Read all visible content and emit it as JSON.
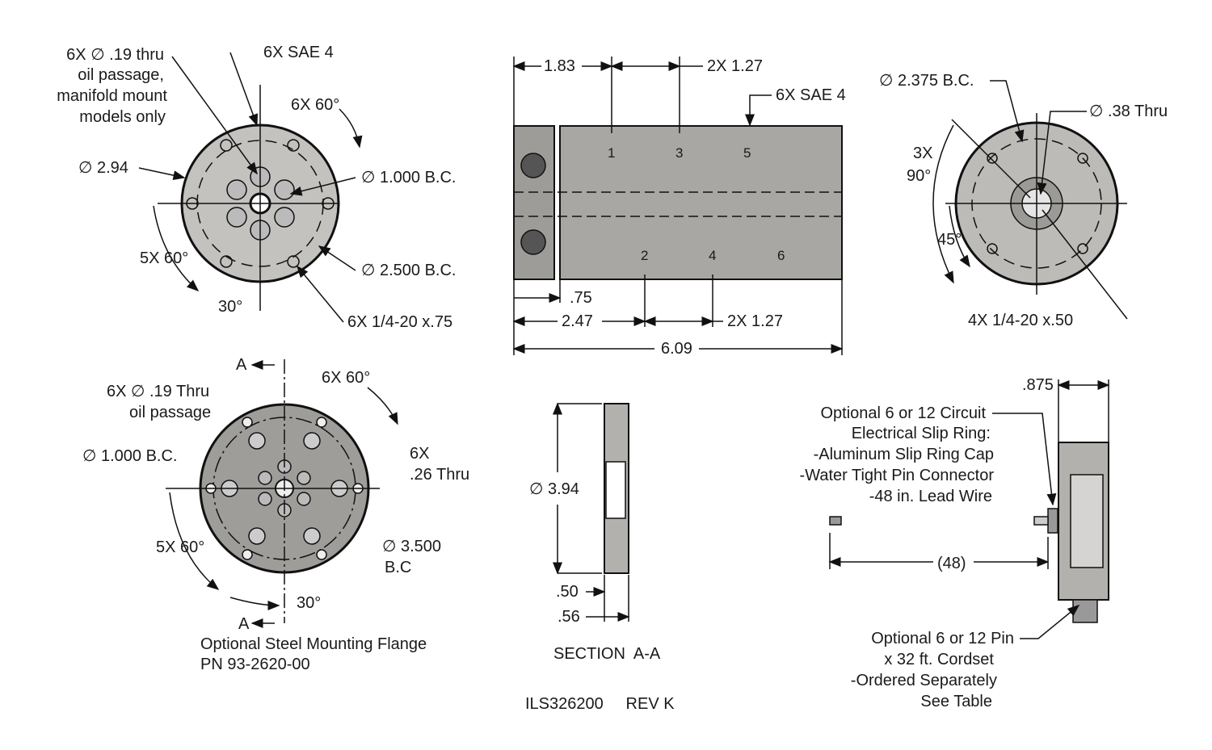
{
  "top_left_view": {
    "hole_note": [
      "6X ∅ .19 thru",
      "oil passage,",
      "manifold mount",
      "models only"
    ],
    "sae": "6X SAE 4",
    "angle_6x": "6X 60°",
    "dia": "∅ 2.94",
    "bc1": "∅ 1.000 B.C.",
    "angle_5x": "5X 60°",
    "bc2": "∅ 2.500 B.C.",
    "angle_30": "30°",
    "tap": "6X 1/4-20 x.75"
  },
  "side_view": {
    "d1": "1.83",
    "d2": "2X 1.27",
    "sae": "6X SAE 4",
    "ports": [
      "1",
      "3",
      "5",
      "2",
      "4",
      "6"
    ],
    "d3": ".75",
    "d4": "2.47",
    "d5": "2X 1.27",
    "length": "6.09"
  },
  "right_view": {
    "bc": "∅ 2.375 B.C.",
    "thru": "∅ .38 Thru",
    "angle_3x": "3X",
    "angle_90": "90°",
    "angle_45": "45°",
    "tap": "4X 1/4-20 x.50"
  },
  "flange_view": {
    "sec_a1": "A",
    "angle_6x": "6X 60°",
    "hole_note": [
      "6X ∅ .19 Thru",
      "oil passage"
    ],
    "bc1": "∅ 1.000 B.C.",
    "thru": [
      "6X",
      ".26 Thru"
    ],
    "angle_5x": "5X 60°",
    "bc2": [
      "∅ 3.500",
      "B.C"
    ],
    "angle_30": "30°",
    "sec_a2": "A",
    "caption": [
      "Optional Steel Mounting Flange",
      "PN 93-2620-00"
    ]
  },
  "section_view": {
    "dia": "∅ 3.94",
    "t1": ".50",
    "t2": ".56",
    "title": "SECTION  A-A"
  },
  "drawing_id": "ILS326200     REV K",
  "slip_ring_view": {
    "width": ".875",
    "note": [
      "Optional 6 or 12 Circuit",
      "Electrical Slip Ring:",
      "-Aluminum Slip Ring Cap",
      "-Water Tight Pin Connector",
      "-48 in. Lead Wire"
    ],
    "lead": "(48)",
    "cord": [
      "Optional 6 or 12 Pin",
      "x 32 ft. Cordset",
      "-Ordered Separately",
      "See Table"
    ]
  }
}
